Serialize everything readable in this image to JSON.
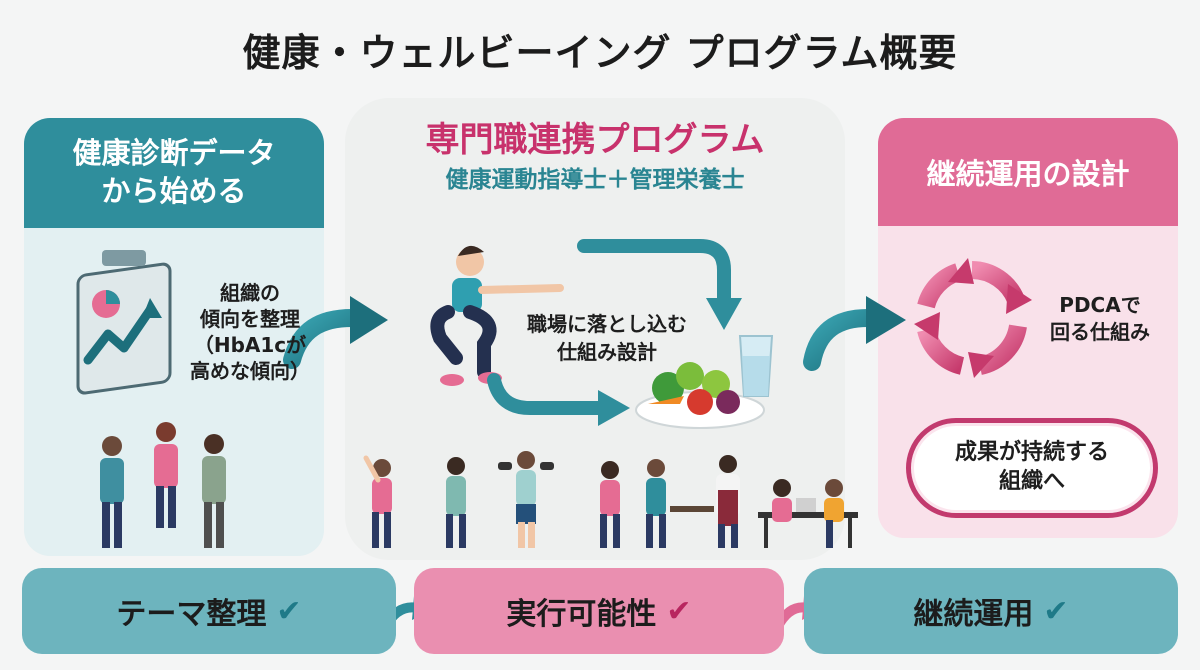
{
  "title": "健康・ウェルビーイング プログラム概要",
  "left_panel": {
    "heading_line1": "健康診断データ",
    "heading_line2": "から始める",
    "note_line1": "組織の",
    "note_line2": "傾向を整理",
    "note_line3": "（HbA1cが",
    "note_line4": "高めな傾向）"
  },
  "center_panel": {
    "heading": "専門職連携プログラム",
    "subheading": "健康運動指導士＋管理栄養士",
    "note_line1": "職場に落とし込む",
    "note_line2": "仕組み設計"
  },
  "right_panel": {
    "heading": "継続運用の設計",
    "note_line1": "PDCAで",
    "note_line2": "回る仕組み",
    "goal_line1": "成果が持続する",
    "goal_line2": "組織へ"
  },
  "bottom_bar": [
    {
      "label": "テーマ整理",
      "check": "✔"
    },
    {
      "label": "実行可能性",
      "check": "✔"
    },
    {
      "label": "継続運用",
      "check": "✔"
    }
  ],
  "colors": {
    "teal": "#2f8e9c",
    "pink": "#e06b96",
    "magenta": "#c8326c",
    "light_teal": "#6db4be",
    "light_pink": "#ea8fb0"
  }
}
